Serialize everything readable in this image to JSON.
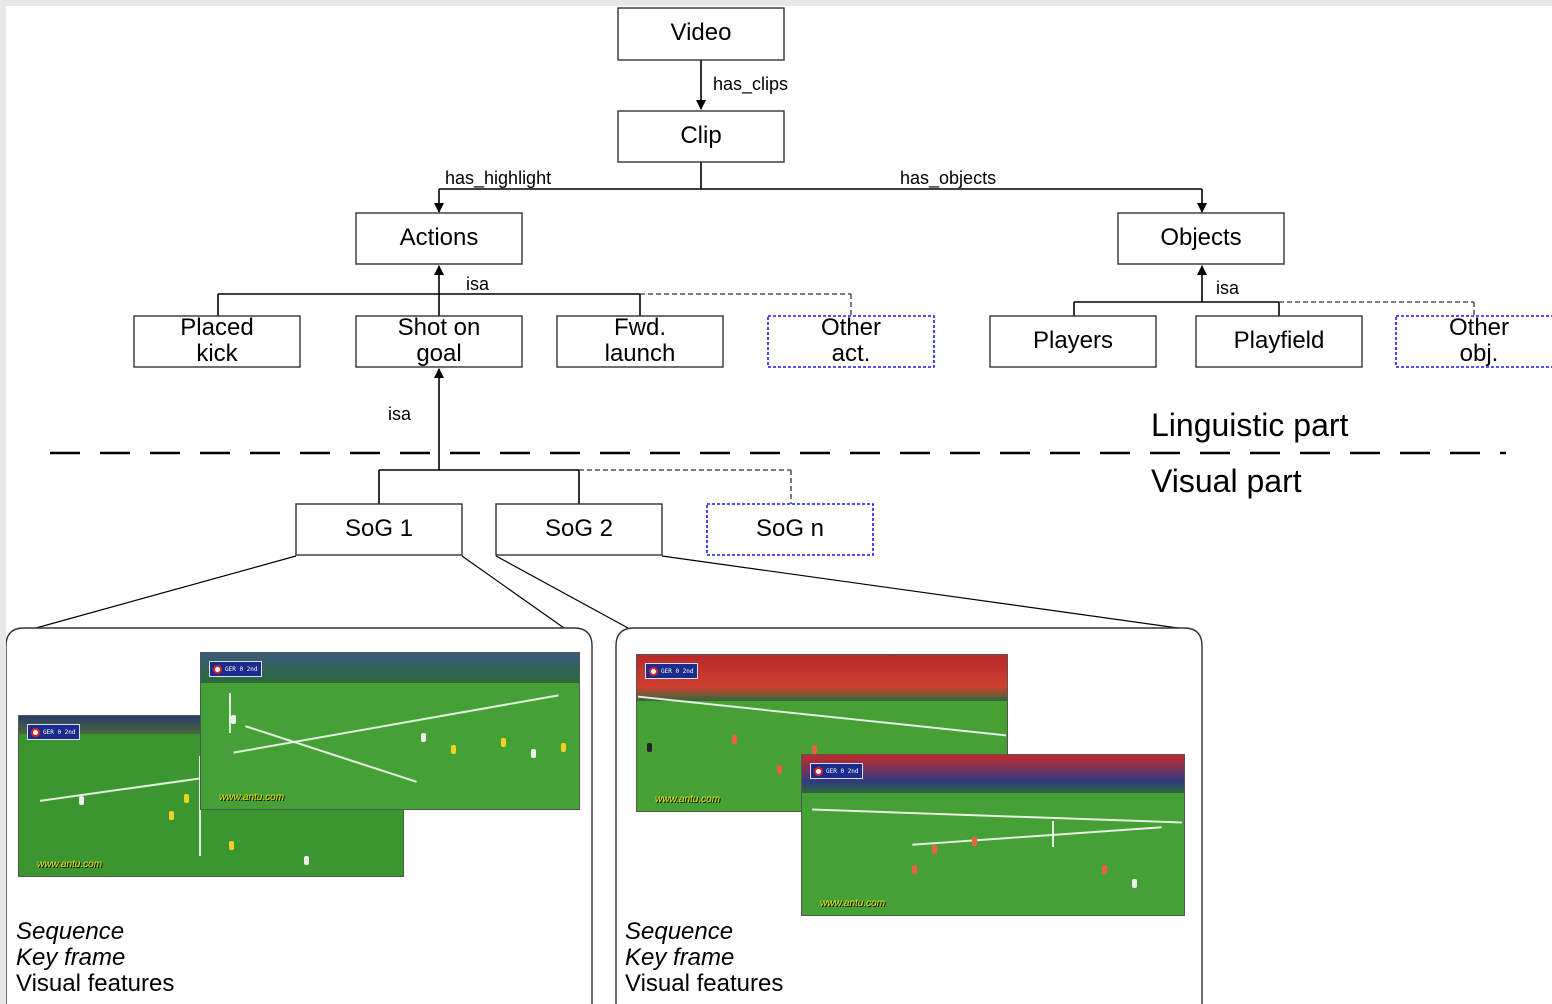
{
  "nodes": {
    "video": "Video",
    "clip": "Clip",
    "actions": "Actions",
    "objects": "Objects",
    "placed_kick": [
      "Placed",
      "kick"
    ],
    "shot_on_goal": [
      "Shot on",
      "goal"
    ],
    "fwd_launch": [
      "Fwd.",
      "launch"
    ],
    "other_act": [
      "Other",
      "act."
    ],
    "players": "Players",
    "playfield": "Playfield",
    "other_obj": [
      "Other",
      "obj."
    ],
    "sog1": "SoG 1",
    "sog2": "SoG 2",
    "sogn": "SoG n"
  },
  "edges": {
    "has_clips": "has_clips",
    "has_highlight": "has_highlight",
    "has_objects": "has_objects",
    "isa_actions": "isa",
    "isa_objects": "isa",
    "isa_shot": "isa"
  },
  "sections": {
    "linguistic": "Linguistic part",
    "visual": "Visual part"
  },
  "panels": [
    {
      "lines": [
        "Sequence",
        "Key frame",
        "Visual features"
      ],
      "watermark": "www.antu.com"
    },
    {
      "lines": [
        "Sequence",
        "Key frame",
        "Visual features"
      ],
      "watermark": "www.antu.com"
    }
  ],
  "colors": {
    "node_border": "#333333",
    "dashed_node_border": "#1a1aff",
    "pitch": "#3f9a2e"
  }
}
